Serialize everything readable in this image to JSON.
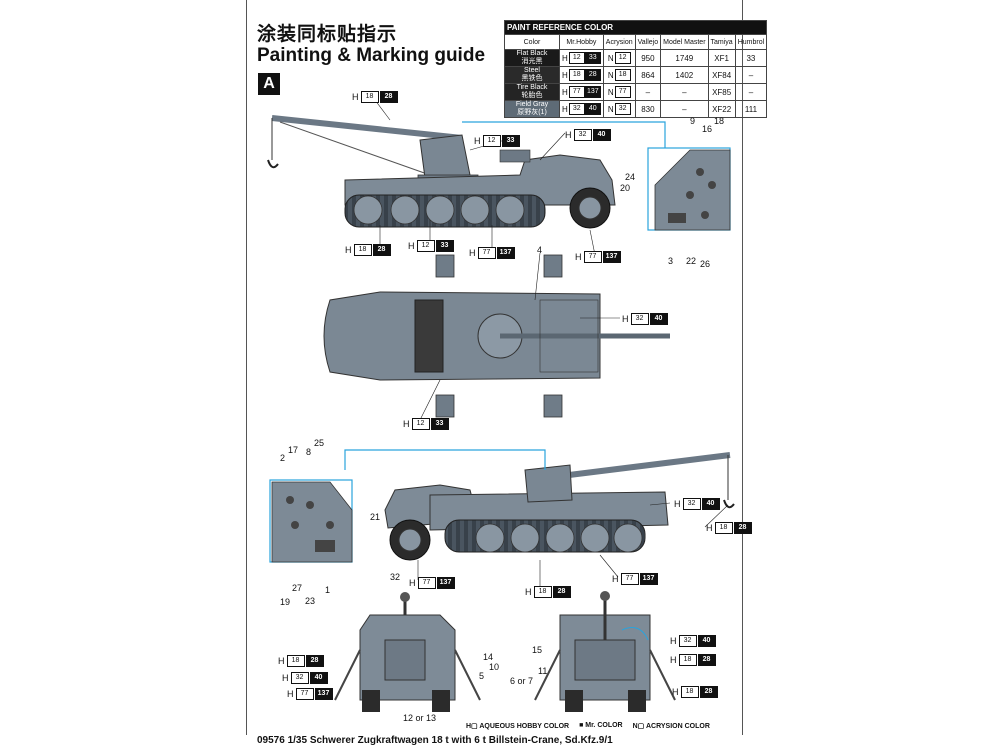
{
  "title_cn": "涂装同标贴指示",
  "title_en": "Painting & Marking guide",
  "section": "A",
  "paint_table": {
    "title": "PAINT  REFERENCE COLOR",
    "headers": [
      "Color",
      "Mr.Hobby",
      "Acrysion",
      "Vallejo",
      "Model Master",
      "Tamiya",
      "Humbrol"
    ],
    "rows": [
      {
        "name_en": "Flat Black",
        "name_cn": "消光黑",
        "h1": "12",
        "h2": "33",
        "n": "12",
        "vallejo": "950",
        "mm": "1749",
        "tamiya": "XF1",
        "humbrol": "33",
        "bg": "#1a1a1a"
      },
      {
        "name_en": "Steel",
        "name_cn": "黑铁色",
        "h1": "18",
        "h2": "28",
        "n": "18",
        "vallejo": "864",
        "mm": "1402",
        "tamiya": "XF84",
        "humbrol": "–",
        "bg": "#2a2a2a"
      },
      {
        "name_en": "Tire Black",
        "name_cn": "轮胎色",
        "h1": "77",
        "h2": "137",
        "n": "77",
        "vallejo": "–",
        "mm": "–",
        "tamiya": "XF85",
        "humbrol": "–",
        "bg": "#242424"
      },
      {
        "name_en": "Field Gray",
        "name_cn": "原野灰(1)",
        "h1": "32",
        "h2": "40",
        "n": "32",
        "vallejo": "830",
        "mm": "–",
        "tamiya": "XF22",
        "humbrol": "111",
        "bg": "#5e6b76"
      }
    ]
  },
  "callouts": {
    "side1_crane": {
      "a": "18",
      "b": "28"
    },
    "side1_base": {
      "a": "12",
      "b": "33"
    },
    "side1_body": {
      "a": "32",
      "b": "40"
    },
    "side1_track1": {
      "a": "18",
      "b": "28"
    },
    "side1_track2": {
      "a": "12",
      "b": "33"
    },
    "side1_track3": {
      "a": "77",
      "b": "137"
    },
    "side1_wheel": {
      "a": "77",
      "b": "137"
    },
    "top_body": {
      "a": "32",
      "b": "40"
    },
    "top_bottom": {
      "a": "12",
      "b": "33"
    },
    "side2_body": {
      "a": "32",
      "b": "40"
    },
    "side2_hook": {
      "a": "18",
      "b": "28"
    },
    "side2_wheel": {
      "a": "77",
      "b": "137"
    },
    "side2_track": {
      "a": "18",
      "b": "28"
    },
    "side2_track2": {
      "a": "77",
      "b": "137"
    },
    "front1": {
      "a": "18",
      "b": "28"
    },
    "front2": {
      "a": "32",
      "b": "40"
    },
    "front3": {
      "a": "77",
      "b": "137"
    },
    "rear1": {
      "a": "32",
      "b": "40"
    },
    "rear2": {
      "a": "18",
      "b": "28"
    },
    "rear3": {
      "a": "18",
      "b": "28"
    }
  },
  "part_numbers": {
    "detail1": [
      "9",
      "16",
      "18",
      "24",
      "20",
      "3",
      "22",
      "26"
    ],
    "top": [
      "4"
    ],
    "detail2": [
      "17",
      "25",
      "2",
      "8",
      "21",
      "27",
      "19",
      "23",
      "1"
    ],
    "front": [
      "32",
      "14",
      "10",
      "5",
      "12 or 13"
    ],
    "rear": [
      "15",
      "11",
      "6 or 7"
    ]
  },
  "legend": [
    "AQUEOUS HOBBY COLOR",
    "Mr. COLOR",
    "ACRYSION COLOR"
  ],
  "footer": "09576 1/35 Schwerer Zugkraftwagen 18 t with 6 t Billstein-Crane, Sd.Kfz.9/1",
  "colors": {
    "field_gray": "#76838d",
    "dark": "#111111",
    "accent_blue": "#2aa3dd"
  }
}
